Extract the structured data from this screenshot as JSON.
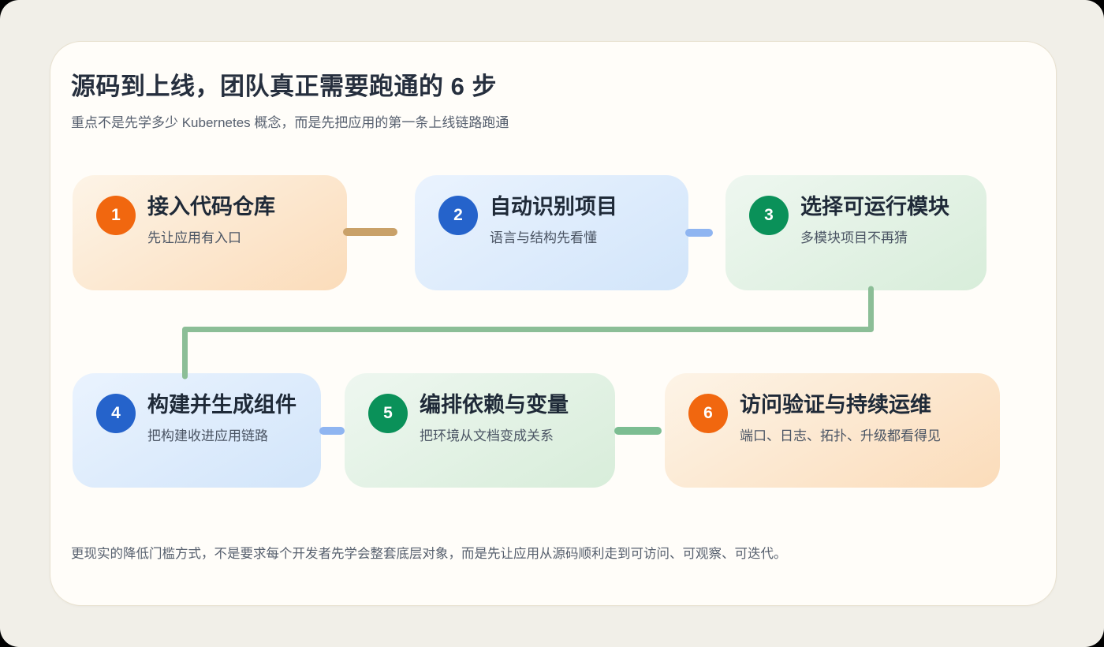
{
  "page": {
    "title": "源码到上线，团队真正需要跑通的 6 步",
    "subtitle": "重点不是先学多少 Kubernetes 概念，而是先把应用的第一条上线链路跑通",
    "footer": "更现实的降低门槛方式，不是要求每个开发者先学会整套底层对象，而是先让应用从源码顺利走到可访问、可观察、可迭代。"
  },
  "steps": [
    {
      "num": "1",
      "title": "接入代码仓库",
      "desc": "先让应用有入口",
      "theme": "orange"
    },
    {
      "num": "2",
      "title": "自动识别项目",
      "desc": "语言与结构先看懂",
      "theme": "blue"
    },
    {
      "num": "3",
      "title": "选择可运行模块",
      "desc": "多模块项目不再猜",
      "theme": "green"
    },
    {
      "num": "4",
      "title": "构建并生成组件",
      "desc": "把构建收进应用链路",
      "theme": "blue"
    },
    {
      "num": "5",
      "title": "编排依赖与变量",
      "desc": "把环境从文档变成关系",
      "theme": "green"
    },
    {
      "num": "6",
      "title": "访问验证与持续运维",
      "desc": "端口、日志、拓扑、升级都看得见",
      "theme": "orange"
    }
  ],
  "connectors": [
    {
      "from": "1",
      "to": "2",
      "color": "#c9a169"
    },
    {
      "from": "2",
      "to": "3",
      "color": "#8fb5f1"
    },
    {
      "from": "3",
      "to": "4",
      "color": "#8cbe97"
    },
    {
      "from": "4",
      "to": "5",
      "color": "#8fb5f1"
    },
    {
      "from": "5",
      "to": "6",
      "color": "#7cbd92"
    }
  ],
  "colors": {
    "page_background": "#f1efe8",
    "panel_background": "#fffdf9",
    "panel_border": "#e8e1d0",
    "title_text": "#262f3e",
    "muted_text": "#57606f",
    "card_title_text": "#1f2a38",
    "card_desc_text": "#4b5564",
    "accent_orange": "#f1670f",
    "accent_blue": "#2563cb",
    "accent_green": "#0a9159"
  }
}
